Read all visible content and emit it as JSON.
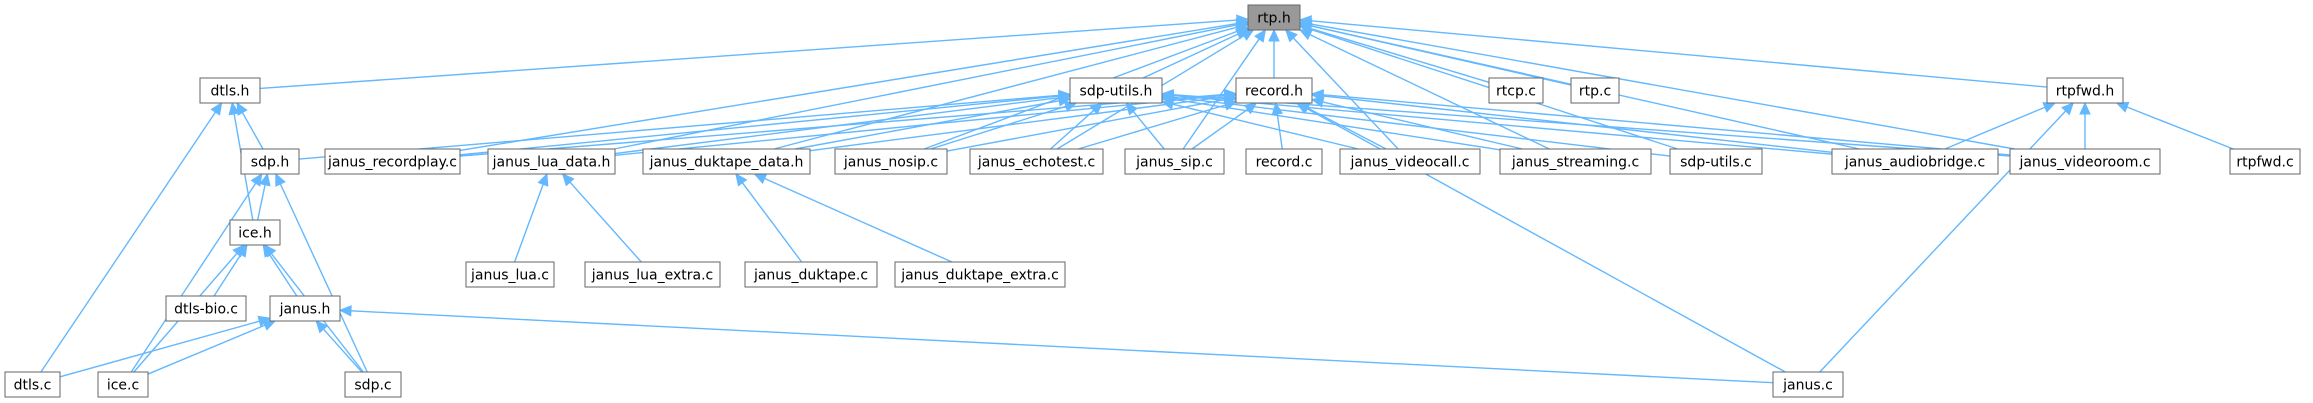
{
  "graph": {
    "edge_color": "#63b8ff",
    "root_fill": "#999999",
    "nodes": [
      {
        "id": "rtp_h",
        "label": "rtp.h",
        "root": true
      },
      {
        "id": "dtls_h",
        "label": "dtls.h"
      },
      {
        "id": "sdp_utils_h",
        "label": "sdp-utils.h"
      },
      {
        "id": "record_h",
        "label": "record.h"
      },
      {
        "id": "rtcp_c",
        "label": "rtcp.c"
      },
      {
        "id": "rtp_c",
        "label": "rtp.c"
      },
      {
        "id": "rtpfwd_h",
        "label": "rtpfwd.h"
      },
      {
        "id": "sdp_h",
        "label": "sdp.h"
      },
      {
        "id": "janus_recordplay_c",
        "label": "janus_recordplay.c"
      },
      {
        "id": "janus_lua_data_h",
        "label": "janus_lua_data.h"
      },
      {
        "id": "janus_duktape_data_h",
        "label": "janus_duktape_data.h"
      },
      {
        "id": "janus_nosip_c",
        "label": "janus_nosip.c"
      },
      {
        "id": "janus_echotest_c",
        "label": "janus_echotest.c"
      },
      {
        "id": "janus_sip_c",
        "label": "janus_sip.c"
      },
      {
        "id": "record_c",
        "label": "record.c"
      },
      {
        "id": "janus_videocall_c",
        "label": "janus_videocall.c"
      },
      {
        "id": "janus_streaming_c",
        "label": "janus_streaming.c"
      },
      {
        "id": "sdp_utils_c",
        "label": "sdp-utils.c"
      },
      {
        "id": "janus_audiobridge_c",
        "label": "janus_audiobridge.c"
      },
      {
        "id": "janus_videoroom_c",
        "label": "janus_videoroom.c"
      },
      {
        "id": "rtpfwd_c",
        "label": "rtpfwd.c"
      },
      {
        "id": "janus_lua_c",
        "label": "janus_lua.c"
      },
      {
        "id": "janus_lua_extra_c",
        "label": "janus_lua_extra.c"
      },
      {
        "id": "janus_duktape_c",
        "label": "janus_duktape.c"
      },
      {
        "id": "janus_duktape_extra_c",
        "label": "janus_duktape_extra.c"
      },
      {
        "id": "ice_h",
        "label": "ice.h"
      },
      {
        "id": "dtls_bio_c",
        "label": "dtls-bio.c"
      },
      {
        "id": "janus_h",
        "label": "janus.h"
      },
      {
        "id": "dtls_c",
        "label": "dtls.c"
      },
      {
        "id": "ice_c",
        "label": "ice.c"
      },
      {
        "id": "sdp_c",
        "label": "sdp.c"
      },
      {
        "id": "janus_c",
        "label": "janus.c"
      }
    ],
    "edges": [
      [
        "dtls_h",
        "rtp_h"
      ],
      [
        "sdp_utils_h",
        "rtp_h"
      ],
      [
        "record_h",
        "rtp_h"
      ],
      [
        "rtcp_c",
        "rtp_h"
      ],
      [
        "rtp_c",
        "rtp_h"
      ],
      [
        "rtpfwd_h",
        "rtp_h"
      ],
      [
        "janus_recordplay_c",
        "rtp_h"
      ],
      [
        "janus_lua_data_h",
        "rtp_h"
      ],
      [
        "janus_duktape_data_h",
        "rtp_h"
      ],
      [
        "janus_nosip_c",
        "rtp_h"
      ],
      [
        "janus_echotest_c",
        "rtp_h"
      ],
      [
        "janus_sip_c",
        "rtp_h"
      ],
      [
        "janus_videocall_c",
        "rtp_h"
      ],
      [
        "janus_streaming_c",
        "rtp_h"
      ],
      [
        "sdp_utils_c",
        "rtp_h"
      ],
      [
        "janus_audiobridge_c",
        "rtp_h"
      ],
      [
        "janus_videoroom_c",
        "rtp_h"
      ],
      [
        "sdp_h",
        "dtls_h"
      ],
      [
        "ice_h",
        "dtls_h"
      ],
      [
        "dtls_c",
        "dtls_h"
      ],
      [
        "sdp_h",
        "sdp_utils_h"
      ],
      [
        "janus_recordplay_c",
        "sdp_utils_h"
      ],
      [
        "janus_lua_data_h",
        "sdp_utils_h"
      ],
      [
        "janus_duktape_data_h",
        "sdp_utils_h"
      ],
      [
        "janus_nosip_c",
        "sdp_utils_h"
      ],
      [
        "janus_echotest_c",
        "sdp_utils_h"
      ],
      [
        "janus_sip_c",
        "sdp_utils_h"
      ],
      [
        "janus_videocall_c",
        "sdp_utils_h"
      ],
      [
        "janus_streaming_c",
        "sdp_utils_h"
      ],
      [
        "sdp_utils_c",
        "sdp_utils_h"
      ],
      [
        "janus_audiobridge_c",
        "sdp_utils_h"
      ],
      [
        "janus_videoroom_c",
        "sdp_utils_h"
      ],
      [
        "janus_recordplay_c",
        "record_h"
      ],
      [
        "janus_lua_data_h",
        "record_h"
      ],
      [
        "janus_duktape_data_h",
        "record_h"
      ],
      [
        "janus_nosip_c",
        "record_h"
      ],
      [
        "janus_echotest_c",
        "record_h"
      ],
      [
        "janus_sip_c",
        "record_h"
      ],
      [
        "record_c",
        "record_h"
      ],
      [
        "janus_videocall_c",
        "record_h"
      ],
      [
        "janus_streaming_c",
        "record_h"
      ],
      [
        "janus_audiobridge_c",
        "record_h"
      ],
      [
        "janus_videoroom_c",
        "record_h"
      ],
      [
        "janus_c",
        "record_h"
      ],
      [
        "janus_audiobridge_c",
        "rtpfwd_h"
      ],
      [
        "janus_videoroom_c",
        "rtpfwd_h"
      ],
      [
        "rtpfwd_c",
        "rtpfwd_h"
      ],
      [
        "janus_c",
        "rtpfwd_h"
      ],
      [
        "ice_h",
        "sdp_h"
      ],
      [
        "ice_c",
        "sdp_h"
      ],
      [
        "sdp_c",
        "sdp_h"
      ],
      [
        "janus_lua_c",
        "janus_lua_data_h"
      ],
      [
        "janus_lua_extra_c",
        "janus_lua_data_h"
      ],
      [
        "janus_duktape_c",
        "janus_duktape_data_h"
      ],
      [
        "janus_duktape_extra_c",
        "janus_duktape_data_h"
      ],
      [
        "dtls_bio_c",
        "ice_h"
      ],
      [
        "janus_h",
        "ice_h"
      ],
      [
        "ice_c",
        "ice_h"
      ],
      [
        "sdp_c",
        "ice_h"
      ],
      [
        "dtls_c",
        "janus_h"
      ],
      [
        "ice_c",
        "janus_h"
      ],
      [
        "sdp_c",
        "janus_h"
      ],
      [
        "janus_c",
        "janus_h"
      ]
    ]
  }
}
